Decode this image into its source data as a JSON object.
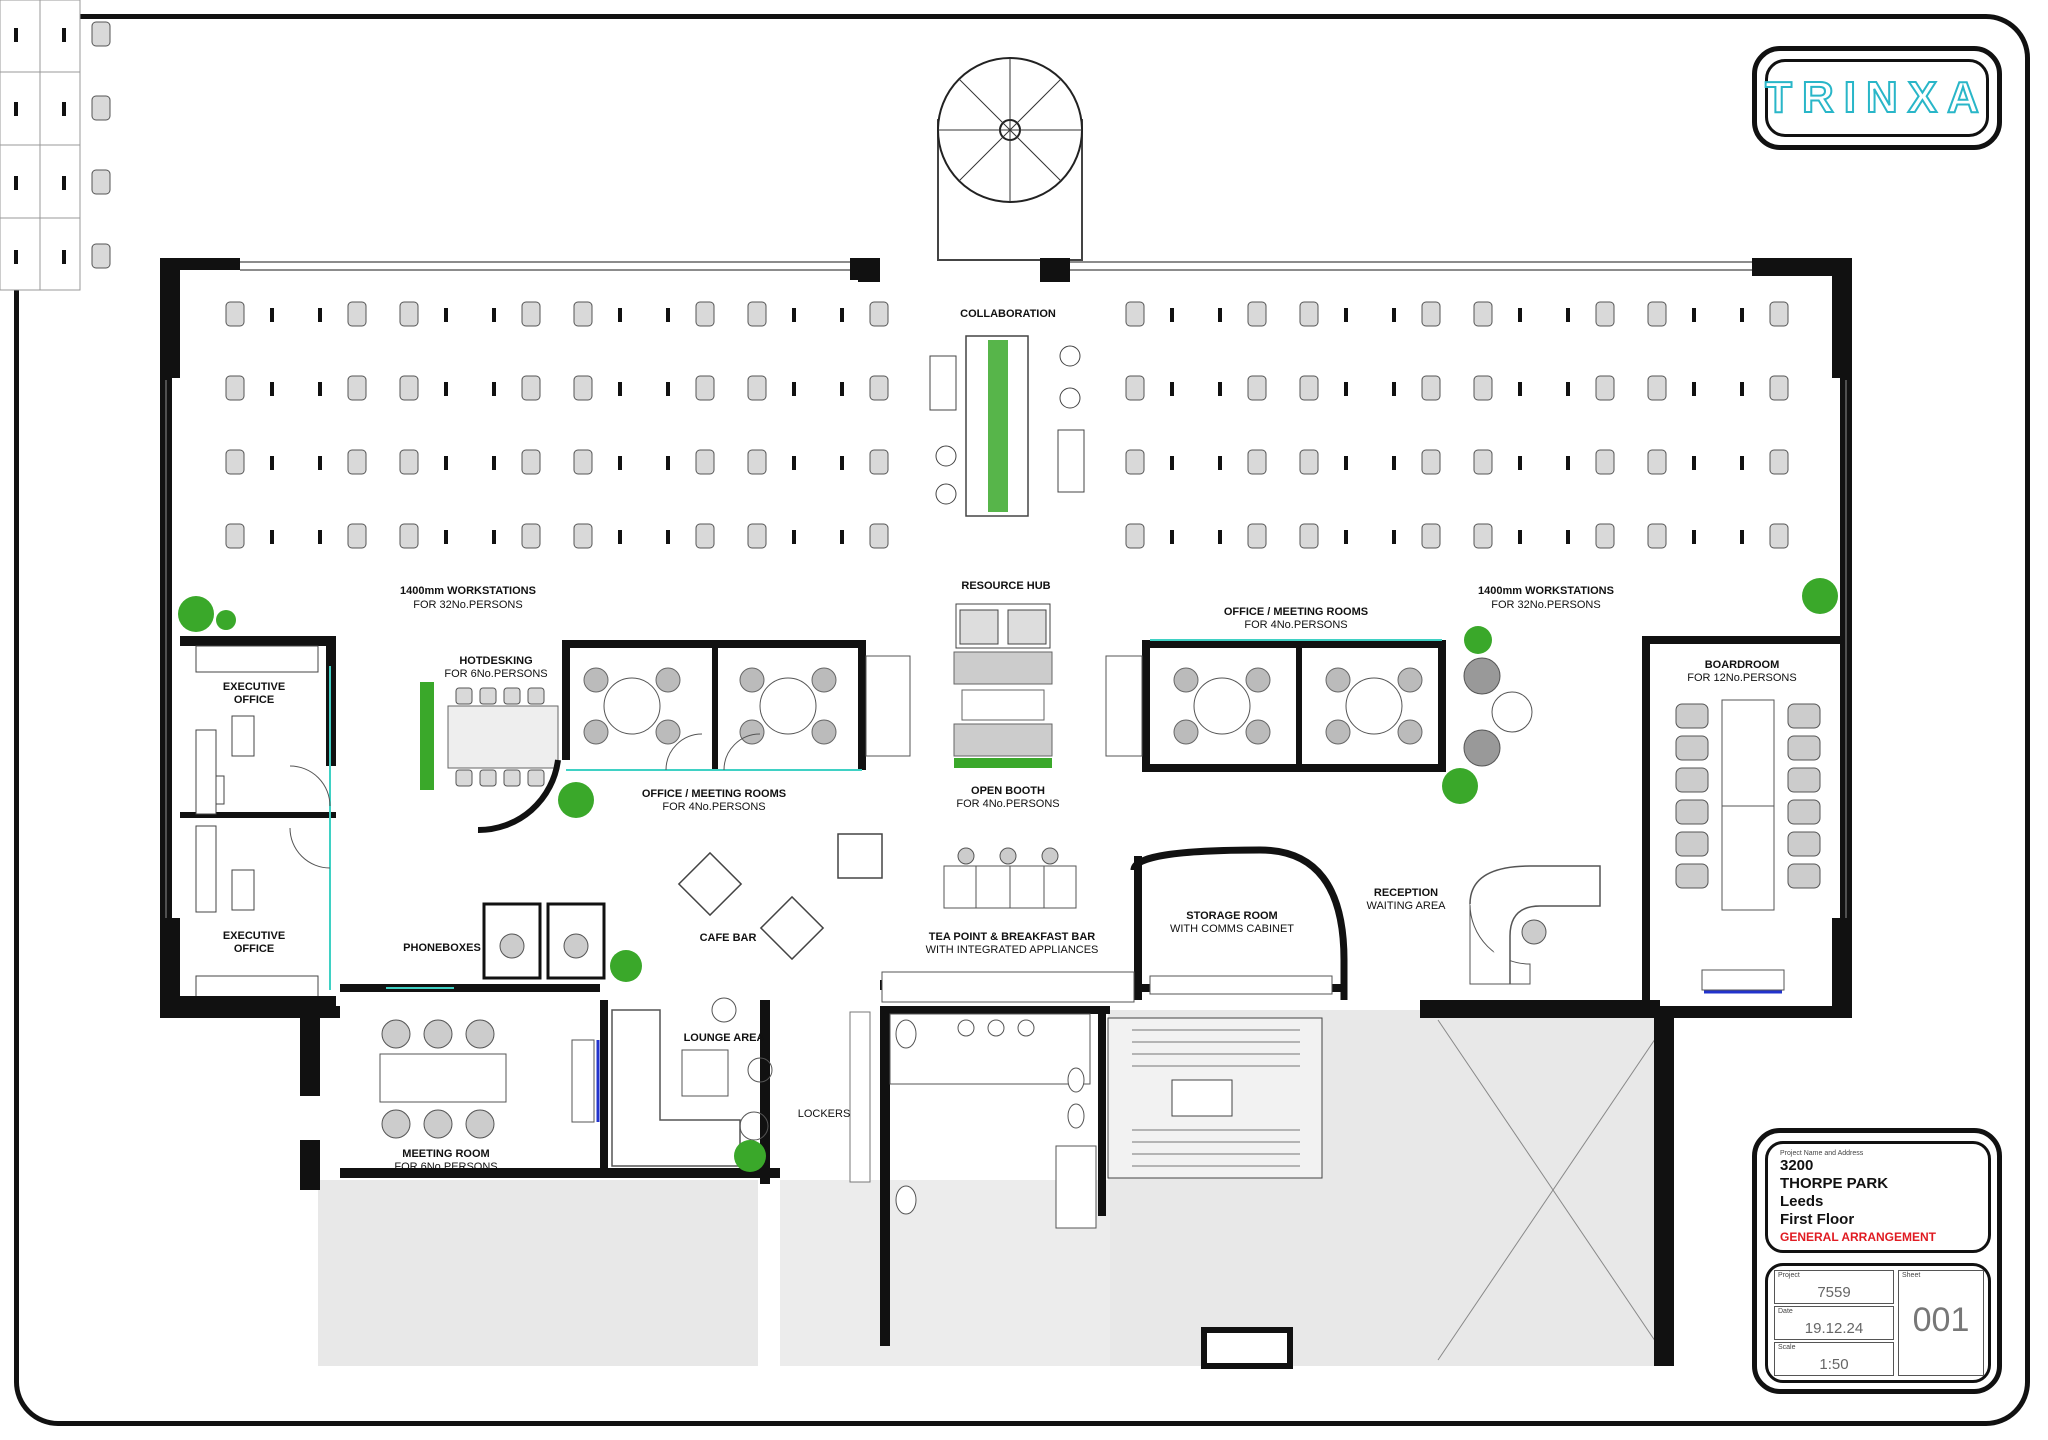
{
  "logo": {
    "text": "TRINXA",
    "color": "#29b6c8"
  },
  "labels": {
    "collaboration": "COLLABORATION",
    "workstations_left_title": "1400mm WORKSTATIONS",
    "workstations_left_sub": "FOR 32No.PERSONS",
    "workstations_right_title": "1400mm WORKSTATIONS",
    "workstations_right_sub": "FOR 32No.PERSONS",
    "resource_hub": "RESOURCE HUB",
    "office_meeting_top_title": "OFFICE / MEETING ROOMS",
    "office_meeting_top_sub": "FOR 4No.PERSONS",
    "office_meeting_left_title": "OFFICE / MEETING ROOMS",
    "office_meeting_left_sub": "FOR 4No.PERSONS",
    "hotdesking_title": "HOTDESKING",
    "hotdesking_sub": "FOR 6No.PERSONS",
    "exec_office_1a": "EXECUTIVE",
    "exec_office_1b": "OFFICE",
    "exec_office_2a": "EXECUTIVE",
    "exec_office_2b": "OFFICE",
    "open_booth_title": "OPEN BOOTH",
    "open_booth_sub": "FOR 4No.PERSONS",
    "boardroom_title": "BOARDROOM",
    "boardroom_sub": "FOR 12No.PERSONS",
    "phoneboxes": "PHONEBOXES",
    "cafe_bar": "CAFE BAR",
    "tea_point_title": "TEA POINT & BREAKFAST BAR",
    "tea_point_sub": "WITH INTEGRATED APPLIANCES",
    "storage_title": "STORAGE ROOM",
    "storage_sub": "WITH COMMS CABINET",
    "reception_title": "RECEPTION",
    "reception_sub": "WAITING AREA",
    "lounge_area": "LOUNGE AREA",
    "lockers": "LOCKERS",
    "meeting_room_title": "MEETING ROOM",
    "meeting_room_sub": "FOR 6No.PERSONS"
  },
  "title_block": {
    "caption": "Project Name and Address",
    "line1": "3200",
    "line2": "THORPE PARK",
    "line3": "Leeds",
    "line4": "First Floor",
    "drawing_title": "GENERAL ARRANGEMENT",
    "project_caption": "Project",
    "project_value": "7559",
    "date_caption": "Date",
    "date_value": "19.12.24",
    "scale_caption": "Scale",
    "scale_value": "1:50",
    "sheet_caption": "Sheet",
    "sheet_value": "001",
    "accent_color": "#e01b22"
  },
  "colors": {
    "wall": "#111111",
    "glazing": "#3fd1c4",
    "plant": "#3aa82a",
    "floor_grey": "#e6e6e6"
  }
}
